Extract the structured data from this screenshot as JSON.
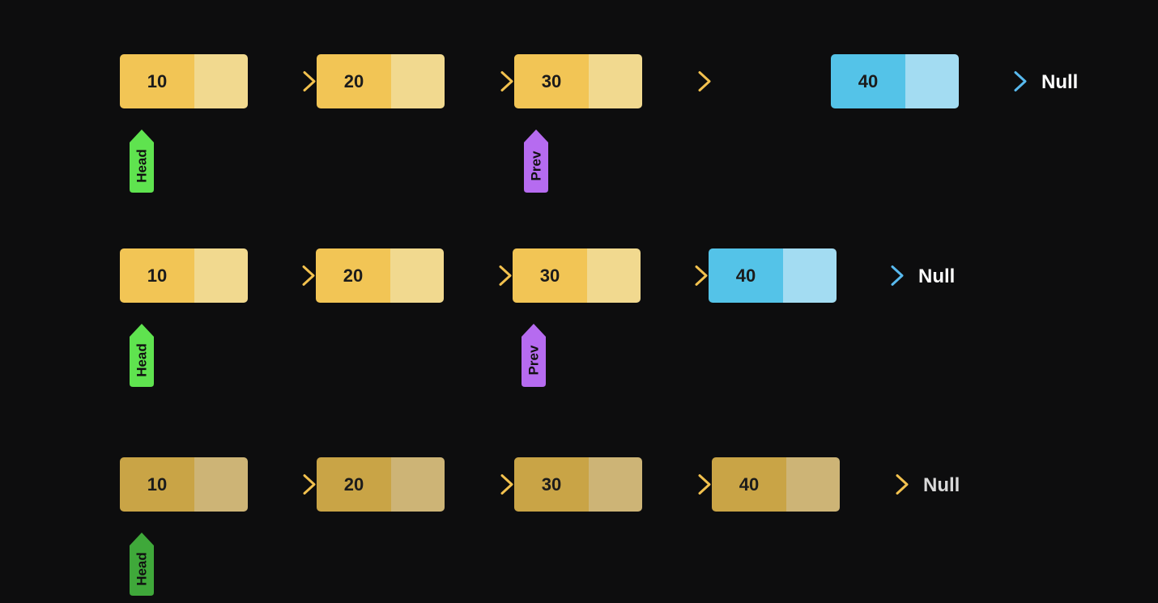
{
  "rows": [
    {
      "id": "row1",
      "nodes": [
        {
          "value": "10",
          "color": "yellow"
        },
        {
          "value": "20",
          "color": "yellow"
        },
        {
          "value": "30",
          "color": "yellow"
        },
        {
          "value": "40",
          "color": "blue"
        }
      ],
      "null_label": "Null",
      "pointers": [
        {
          "label": "Head",
          "color": "#5fe34f",
          "node_index": 0
        },
        {
          "label": "Prev",
          "color": "#b66bf0",
          "node_index": 2
        }
      ]
    },
    {
      "id": "row2",
      "nodes": [
        {
          "value": "10",
          "color": "yellow"
        },
        {
          "value": "20",
          "color": "yellow"
        },
        {
          "value": "30",
          "color": "yellow"
        },
        {
          "value": "40",
          "color": "blue"
        }
      ],
      "null_label": "Null",
      "pointers": [
        {
          "label": "Head",
          "color": "#5fe34f",
          "node_index": 0
        },
        {
          "label": "Prev",
          "color": "#b66bf0",
          "node_index": 2
        }
      ]
    },
    {
      "id": "row3",
      "nodes": [
        {
          "value": "10",
          "color": "dim"
        },
        {
          "value": "20",
          "color": "dim"
        },
        {
          "value": "30",
          "color": "dim"
        },
        {
          "value": "40",
          "color": "dim"
        }
      ],
      "null_label": "Null",
      "pointers": [
        {
          "label": "Head",
          "color": "#3fa83a",
          "node_index": 0
        }
      ]
    }
  ],
  "colors": {
    "background": "#0d0d0e",
    "yellow_value": "#f2c555",
    "yellow_pointer": "#f1d98f",
    "blue_value": "#54c3e8",
    "blue_pointer": "#a3dcf2",
    "link_dot_orange": "#f04a1c",
    "link_dot_blue": "#0a2fd6",
    "arrow_head_yellow": "#f2c14e",
    "arrow_head_blue": "#58b9ee"
  }
}
